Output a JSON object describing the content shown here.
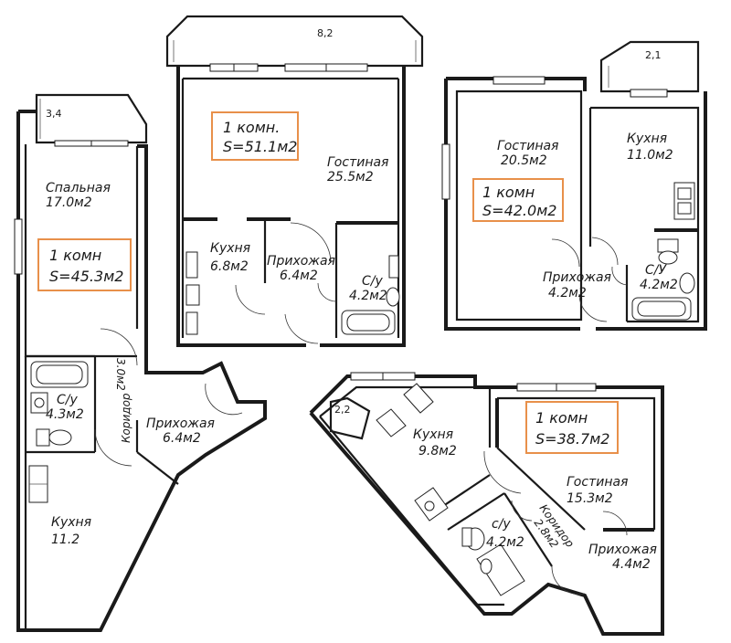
{
  "plans": {
    "a": {
      "badge": {
        "line1": "1 комн",
        "line2": "S=45.3м2"
      },
      "balcony": "3,4",
      "rooms": [
        {
          "name": "Спальная",
          "area": "17.0м2"
        },
        {
          "name": "С/у",
          "area": "4.3м2"
        },
        {
          "name": "Коридор",
          "area": "3.0м2"
        },
        {
          "name": "Прихожая",
          "area": "6.4м2"
        },
        {
          "name": "Кухня",
          "area": "11.2"
        }
      ]
    },
    "b": {
      "badge": {
        "line1": "1 комн.",
        "line2": "S=51.1м2"
      },
      "balcony": "8,2",
      "rooms": [
        {
          "name": "Гостиная",
          "area": "25.5м2"
        },
        {
          "name": "Кухня",
          "area": "6.8м2"
        },
        {
          "name": "Прихожая",
          "area": "6.4м2"
        },
        {
          "name": "С/у",
          "area": "4.2м2"
        }
      ]
    },
    "c": {
      "badge": {
        "line1": "1 комн",
        "line2": "S=42.0м2"
      },
      "balcony": "2,1",
      "rooms": [
        {
          "name": "Гостиная",
          "area": "20.5м2"
        },
        {
          "name": "Кухня",
          "area": "11.0м2"
        },
        {
          "name": "Прихожая",
          "area": "4.2м2"
        },
        {
          "name": "С/У",
          "area": "4.2м2"
        }
      ]
    },
    "d": {
      "badge": {
        "line1": "1 комн",
        "line2": "S=38.7м2"
      },
      "balcony": "2,2",
      "rooms": [
        {
          "name": "Кухня",
          "area": "9.8м2"
        },
        {
          "name": "Гостиная",
          "area": "15.3м2"
        },
        {
          "name": "с/у",
          "area": "4.2м2"
        },
        {
          "name": "Коридор",
          "area": "2.8м2"
        },
        {
          "name": "Прихожая",
          "area": "4.4м2"
        }
      ]
    }
  }
}
